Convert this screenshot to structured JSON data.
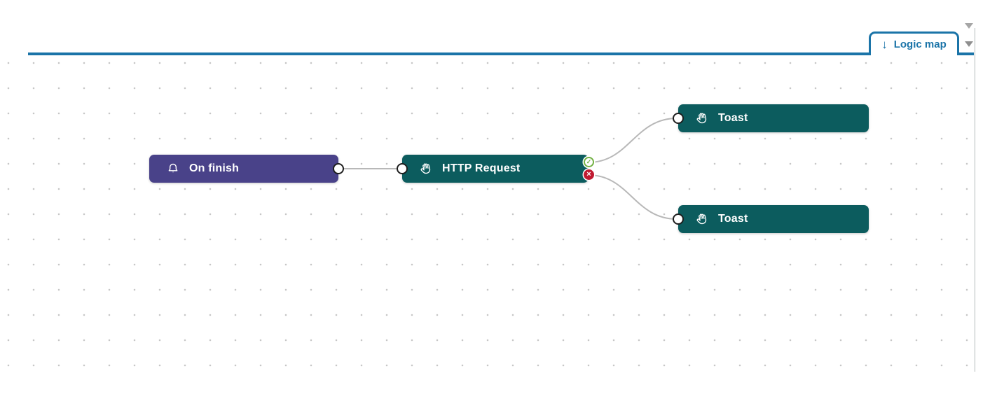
{
  "tab": {
    "label": "Logic map",
    "arrow_icon": "↓"
  },
  "colors": {
    "accent_blue": "#1b74a8",
    "node_purple": "#494289",
    "node_teal": "#0c5c5e",
    "success_green": "#72b043",
    "error_red": "#c01a31",
    "connector_gray": "#b8b8b8",
    "grid_dot_gray": "#c7c7c7"
  },
  "nodes": [
    {
      "id": "on-finish",
      "label": "On finish",
      "icon": "bell-icon",
      "color_key": "node_purple"
    },
    {
      "id": "http-request",
      "label": "HTTP Request",
      "icon": "hand-icon",
      "color_key": "node_teal"
    },
    {
      "id": "toast-1",
      "label": "Toast",
      "icon": "hand-icon",
      "color_key": "node_teal"
    },
    {
      "id": "toast-2",
      "label": "Toast",
      "icon": "hand-icon",
      "color_key": "node_teal"
    }
  ],
  "ports": {
    "success_glyph": "✓",
    "error_glyph": "×"
  },
  "connections": [
    {
      "from": "on-finish",
      "to": "http-request",
      "branch": "default"
    },
    {
      "from": "http-request",
      "to": "toast-1",
      "branch": "success"
    },
    {
      "from": "http-request",
      "to": "toast-2",
      "branch": "error"
    }
  ]
}
